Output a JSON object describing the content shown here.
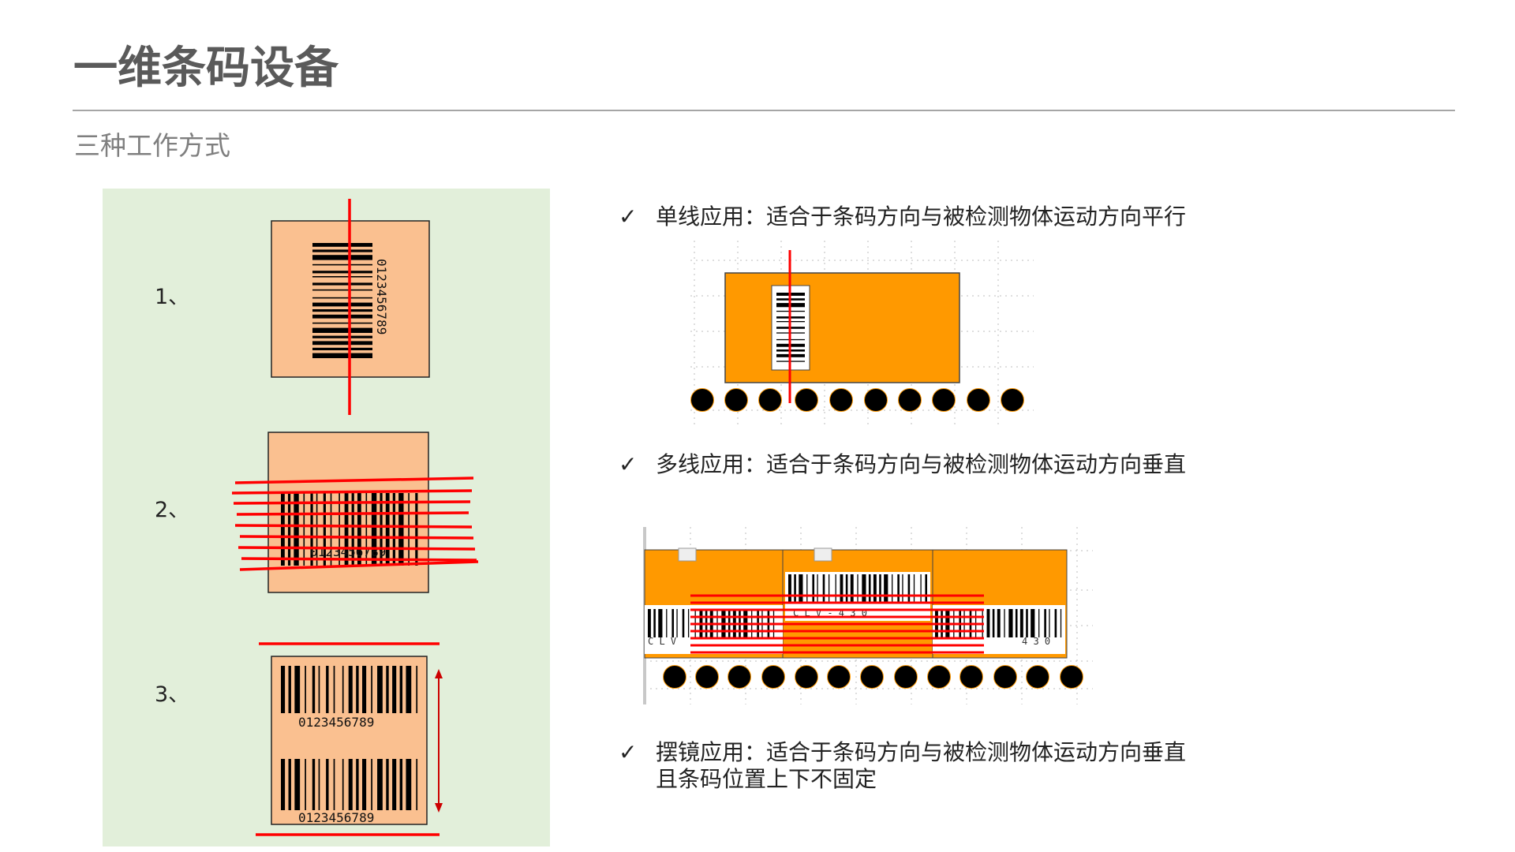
{
  "header": {
    "title": "一维条码设备",
    "subtitle": "三种工作方式"
  },
  "modes": [
    {
      "index": "1、",
      "barcode_text": "0123456789"
    },
    {
      "index": "2、",
      "barcode_text": "0123456789"
    },
    {
      "index": "3、",
      "barcode_text_top": "0123456789",
      "barcode_text_bottom": "0123456789"
    }
  ],
  "applications": [
    {
      "check": "✓",
      "text": "单线应用：适合于条码方向与被检测物体运动方向平行"
    },
    {
      "check": "✓",
      "text": "多线应用：适合于条码方向与被检测物体运动方向垂直"
    },
    {
      "check": "✓",
      "text": "摆镜应用：适合于条码方向与被检测物体运动方向垂直",
      "text_line2": "且条码位置上下不固定"
    }
  ],
  "conveyor_labels": {
    "left": "C L V",
    "middle": "C L V - 4 3 0",
    "right": "4 3 0"
  },
  "colors": {
    "panel_bg": "#e2efda",
    "label_fill": "#fac090",
    "box_orange": "#ff9900",
    "laser_red": "#ff0000",
    "bar_black": "#000000"
  }
}
